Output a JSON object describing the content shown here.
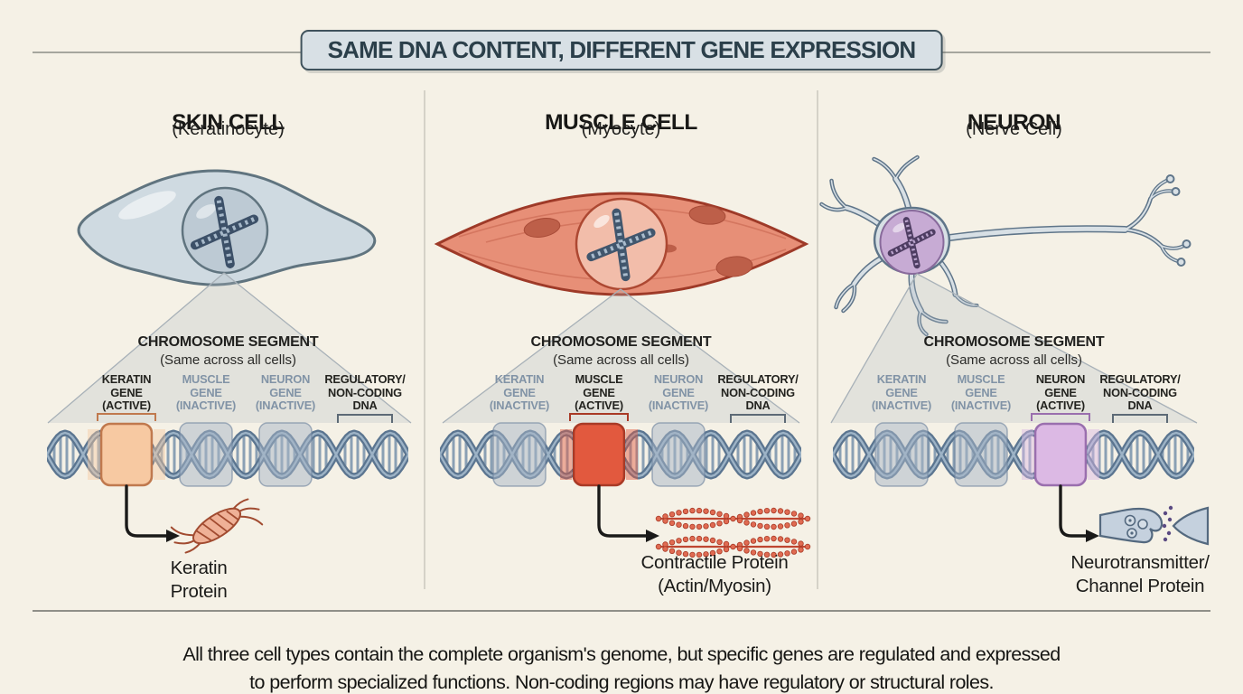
{
  "page": {
    "title": "SAME DNA CONTENT, DIFFERENT GENE EXPRESSION",
    "caption": "All three cell types contain the complete organism's genome, but specific genes are regulated and expressed\nto perform specialized functions. Non-coding regions may have regulatory or structural roles."
  },
  "colors": {
    "background": "#f5f1e6",
    "title_box_fill": "#d8e0e5",
    "title_box_border": "#3f525c",
    "helix_strand": "#5b7590",
    "helix_sheen": "#9db3c6",
    "helix_rung": "#8aa0b4",
    "inactive_gene_fill": "rgba(168,181,198,0.5)",
    "inactive_gene_border": "rgba(109,130,156,0.6)",
    "regulatory_bracket": "#5d6a76",
    "inactive_label_text": "#8193a6",
    "arrow": "#1a1a19"
  },
  "columns": [
    {
      "name": "SKIN CELL",
      "subtitle": "(Keratinocyte)",
      "segment_title": "CHROMOSOME SEGMENT",
      "segment_subtitle": "(Same across all cells)",
      "active_fill": "#f7c9a2",
      "active_border": "#c0794e",
      "genes": [
        {
          "label": "KERATIN\nGENE\n(ACTIVE)",
          "state": "active"
        },
        {
          "label": "MUSCLE\nGENE\n(INACTIVE)",
          "state": "inactive"
        },
        {
          "label": "NEURON\nGENE\n(INACTIVE)",
          "state": "inactive"
        },
        {
          "label": "REGULATORY/\nNON-CODING\nDNA",
          "state": "regulatory"
        }
      ],
      "protein_label": "Keratin\nProtein"
    },
    {
      "name": "MUSCLE CELL",
      "subtitle": "(Myocyte)",
      "segment_title": "CHROMOSOME SEGMENT",
      "segment_subtitle": "(Same across all cells)",
      "active_fill": "#e2593e",
      "active_border": "#a93a26",
      "genes": [
        {
          "label": "KERATIN\nGENE\n(INACTIVE)",
          "state": "inactive"
        },
        {
          "label": "MUSCLE\nGENE\n(ACTIVE)",
          "state": "active"
        },
        {
          "label": "NEURON\nGENE\n(INACTIVE)",
          "state": "inactive"
        },
        {
          "label": "REGULATORY/\nNON-CODING\nDNA",
          "state": "regulatory"
        }
      ],
      "protein_label": "Contractile Protein\n(Actin/Myosin)"
    },
    {
      "name": "NEURON",
      "subtitle": "(Nerve Cell)",
      "segment_title": "CHROMOSOME SEGMENT",
      "segment_subtitle": "(Same across all cells)",
      "active_fill": "#dcb9e4",
      "active_border": "#9a6fae",
      "genes": [
        {
          "label": "KERATIN\nGENE\n(INACTIVE)",
          "state": "inactive"
        },
        {
          "label": "MUSCLE\nGENE\n(INACTIVE)",
          "state": "inactive"
        },
        {
          "label": "NEURON\nGENE\n(ACTIVE)",
          "state": "active"
        },
        {
          "label": "REGULATORY/\nNON-CODING\nDNA",
          "state": "regulatory"
        }
      ],
      "protein_label": "Neurotransmitter/\nChannel Protein"
    }
  ]
}
